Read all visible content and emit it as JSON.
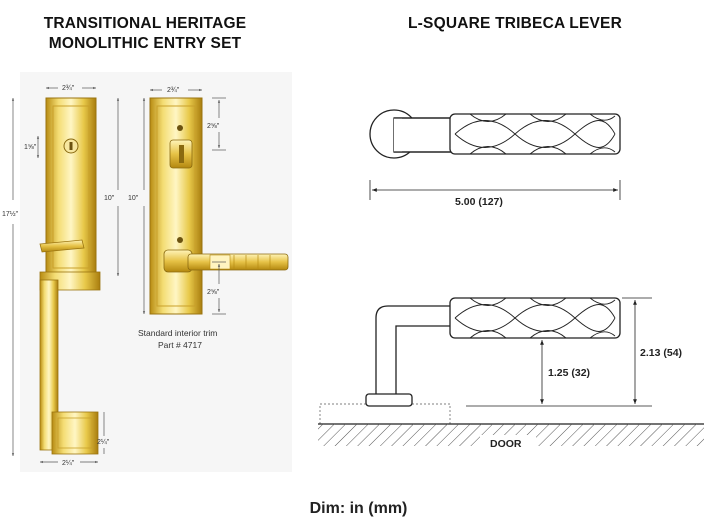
{
  "titles": {
    "left_line1": "TRANSITIONAL HERITAGE",
    "left_line2": "MONOLITHIC ENTRY SET",
    "right": "L-SQUARE TRIBECA LEVER"
  },
  "exterior_dims": {
    "top_width": "2¾\"",
    "cylinder": "1⅝\"",
    "overall_height": "17½\"",
    "plate_height": "10\"",
    "bottom_width": "2¼\"",
    "bottom_height": "2¼\""
  },
  "interior_dims": {
    "width": "2¾\"",
    "height": "10\"",
    "upper": "2⅝\"",
    "lower": "2⅝\""
  },
  "interior_caption": {
    "line1": "Standard interior trim",
    "line2": "Part # 4717"
  },
  "lever_dims": {
    "length": "5.00 (127)",
    "projection": "2.13 (54)",
    "clearance": "1.25 (32)"
  },
  "door_label": "DOOR",
  "footer": "Dim: in (mm)",
  "colors": {
    "brass_light": "#fbeea0",
    "brass_mid": "#e8c94a",
    "brass_dark": "#b88c12",
    "line": "#222222"
  }
}
